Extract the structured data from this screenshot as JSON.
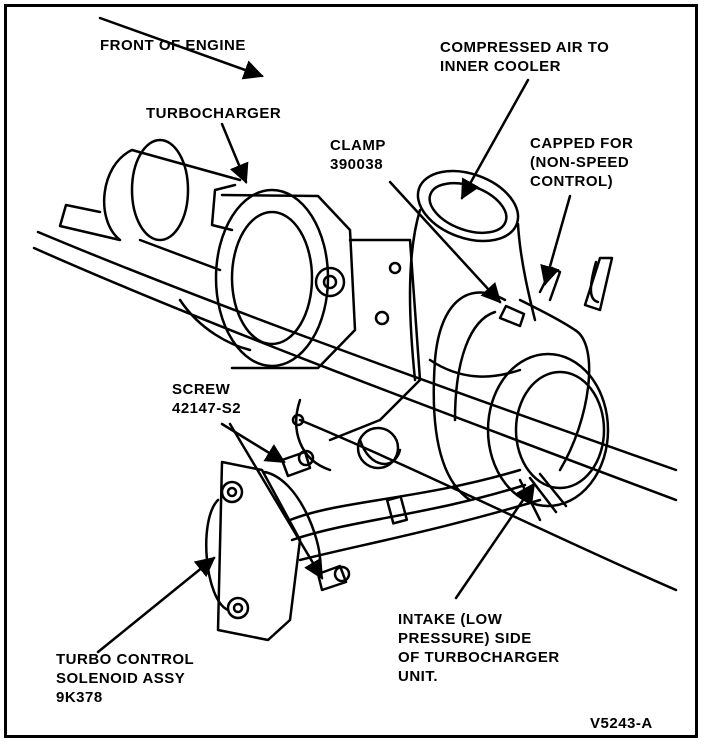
{
  "labels": {
    "front_of_engine": "FRONT OF ENGINE",
    "turbocharger": "TURBOCHARGER",
    "compressed_air": [
      "COMPRESSED AIR TO",
      "INNER COOLER"
    ],
    "clamp": [
      "CLAMP",
      "390038"
    ],
    "capped": [
      "CAPPED FOR",
      "(NON-SPEED",
      "CONTROL)"
    ],
    "screw": [
      "SCREW",
      "42147-S2"
    ],
    "intake": [
      "INTAKE (LOW",
      "PRESSURE) SIDE",
      "OF TURBOCHARGER",
      "UNIT."
    ],
    "solenoid": [
      "TURBO CONTROL",
      "SOLENOID ASSY",
      "9K378"
    ],
    "figure_code": "V5243-A"
  },
  "colors": {
    "ink": "#000000",
    "paper": "#ffffff"
  }
}
